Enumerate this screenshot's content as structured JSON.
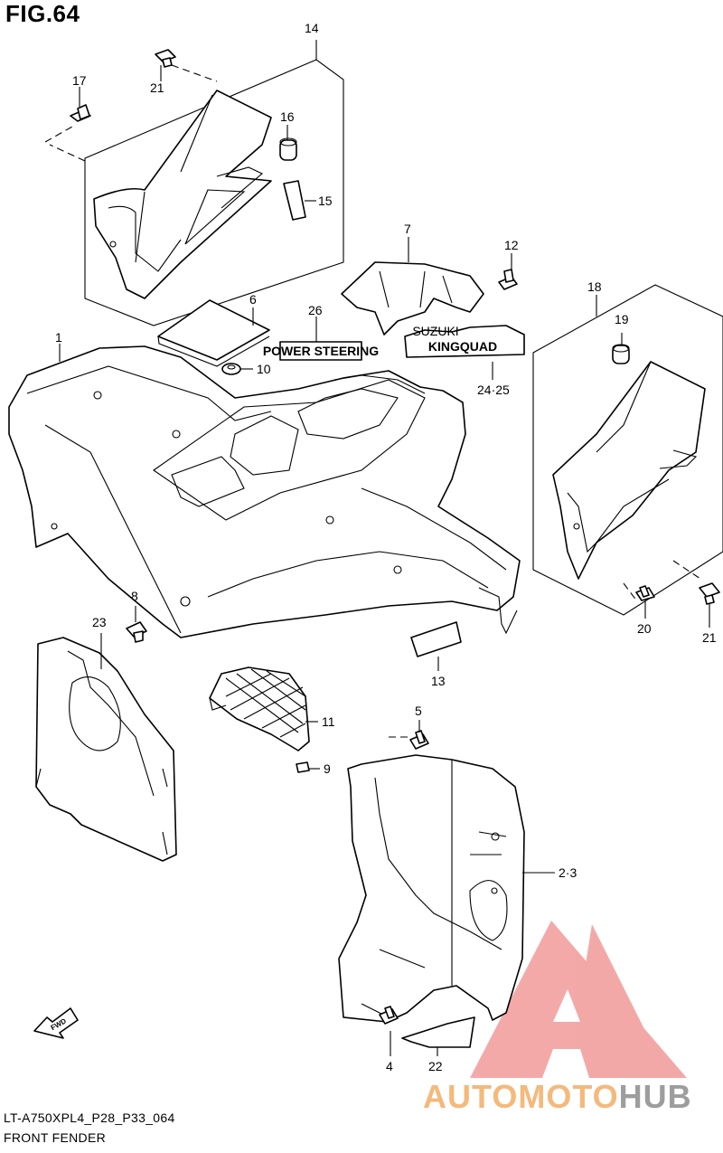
{
  "figure": {
    "title": "FIG.64",
    "code": "LT-A750XPL4_P28_P33_064",
    "name": "FRONT FENDER"
  },
  "callouts": [
    "14",
    "21",
    "17",
    "16",
    "15",
    "7",
    "12",
    "6",
    "26",
    "1",
    "10",
    "24·25",
    "18",
    "19",
    "20",
    "21",
    "8",
    "23",
    "13",
    "11",
    "5",
    "9",
    "2·3",
    "4",
    "22"
  ],
  "decals": {
    "power_steering": "POWER STEERING",
    "kingquad": "KINGQUAD",
    "suzuki": "SUZUKI"
  },
  "fwd_label": "FWD",
  "watermark": {
    "part1": "AUTOMOTO",
    "part2": "HUB",
    "colors": {
      "triangle": "#f08c8c",
      "text1": "#f4b97b",
      "text2": "#9d9d9d"
    }
  }
}
